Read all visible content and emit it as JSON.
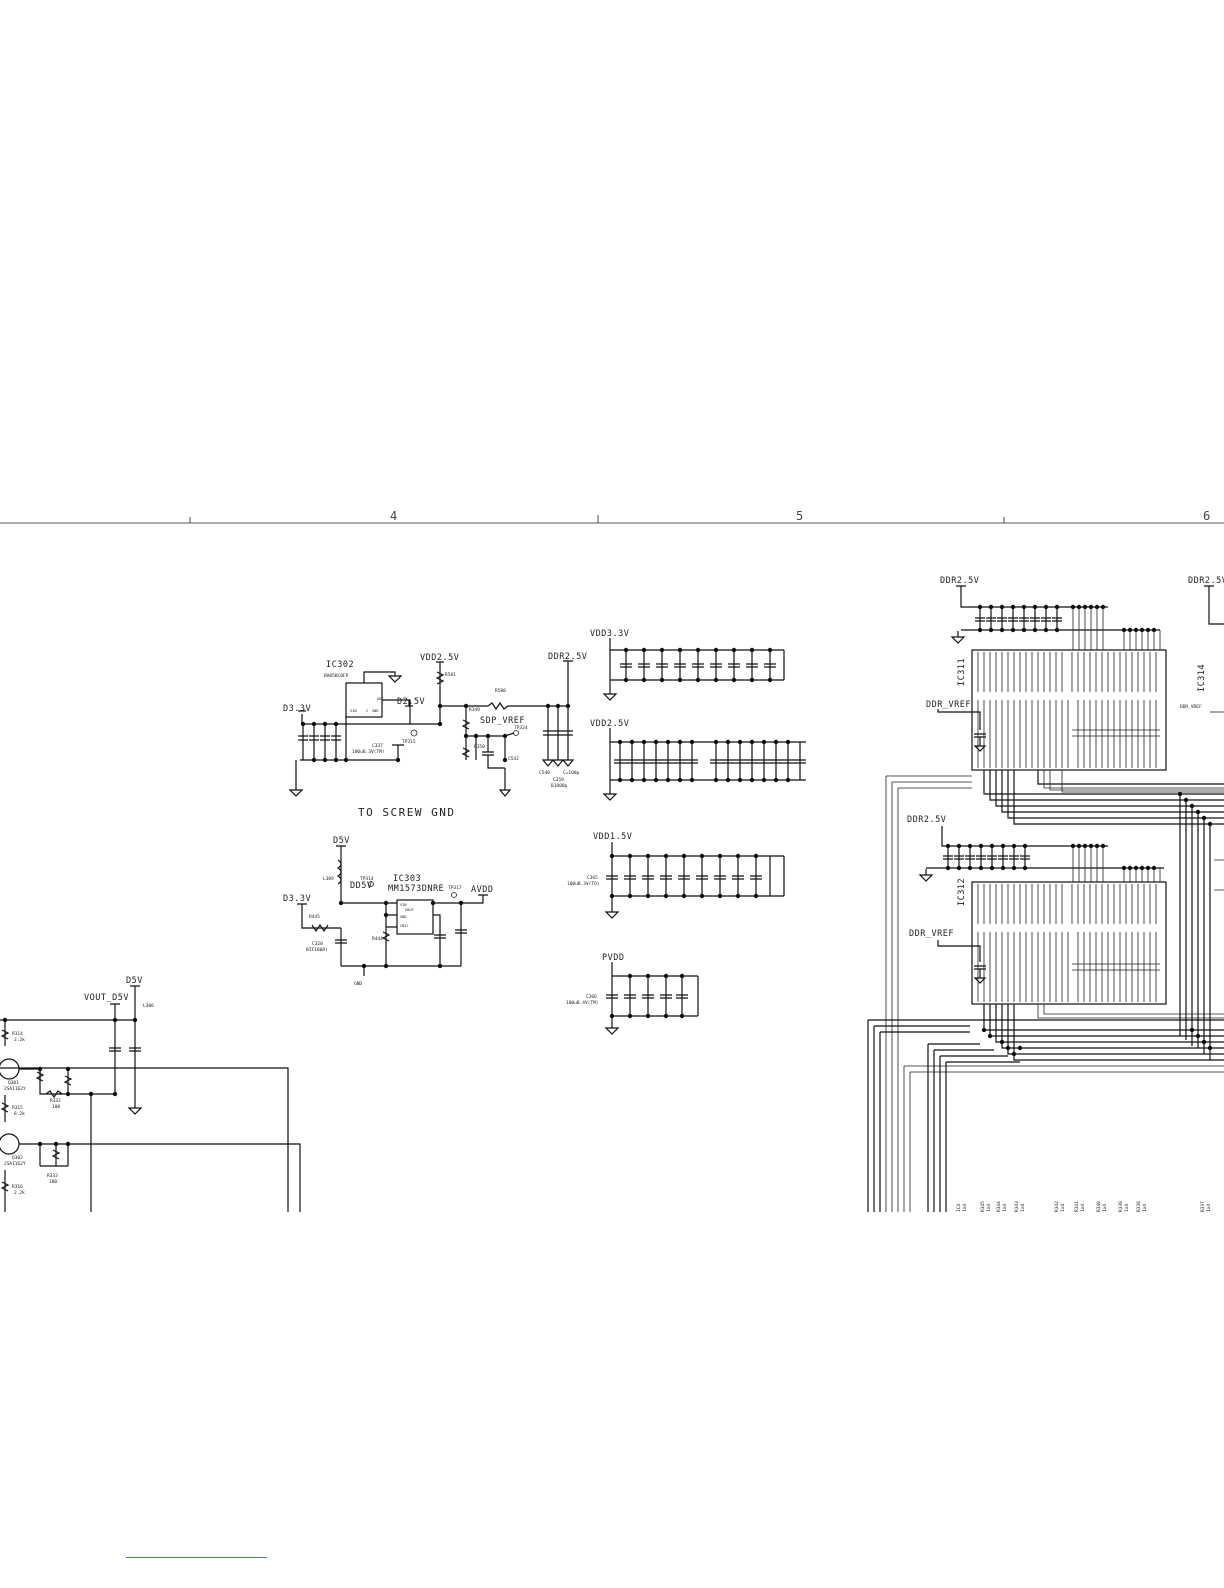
{
  "zones": [
    "4",
    "5",
    "6"
  ],
  "nets": {
    "d3_3v_a": "D3.3V",
    "vdd2_5v_a": "VDD2.5V",
    "ddr2_5v_a": "DDR2.5V",
    "d2_5v": "D2.5V",
    "sdp_vref": "SDP_VREF",
    "vdd3_3v": "VDD3.3V",
    "vdd2_5v_b": "VDD2.5V",
    "d5v_a": "D5V",
    "d3_3v_b": "D3.3V",
    "dd5v": "DD5V",
    "avdd": "AVDD",
    "vdd1_5v": "VDD1.5V",
    "pvdd": "PVDD",
    "vout_d5v": "VOUT_D5V",
    "d5v_b": "D5V",
    "ddr2_5v_b": "DDR2.5V",
    "ddr2_5v_c": "DDR2.5V",
    "ddr2_5v_d": "DDR2.5V",
    "ddr_vref_a": "DDR_VREF",
    "ddr_vref_b": "DDR_VREF",
    "ddr_vref_c": "DDR_VREF"
  },
  "components": {
    "ic302": "IC302",
    "ic302_part": "BA05BC0FP",
    "ic303": "IC303",
    "ic303_part": "MM1573DNRE",
    "ic311": "IC311",
    "ic312": "IC312",
    "ic314": "IC314",
    "tp315": "TP315",
    "tp324": "TP324",
    "tp314": "TP314",
    "tp317": "TP317",
    "r581": "R581",
    "r580": "R580",
    "r349": "R349",
    "r350": "R350",
    "l309": "L309",
    "l306": "L306",
    "c337": "C337",
    "c337_val": "100uB.3V(TM)",
    "c365": "C365",
    "c365_val": "100uB.3V(TO)",
    "c366": "C366",
    "c366_val": "100uB.4V(TM)",
    "c320": "C320",
    "c320_val": "BIT1608)",
    "c542": "C542",
    "c540": "C540",
    "c359": "C359",
    "c542_val": "C=100p",
    "c359_val": "B1000p",
    "q301": "Q301",
    "q301_part": "2SA1162Y",
    "q302": "Q302",
    "q302_part": "2SA1162Y",
    "r314": "R314",
    "r314_val": "2.2k",
    "r315": "R315",
    "r315_val": "8.2k",
    "r316": "R316",
    "r316_val": "2.2k",
    "r332": "R332",
    "r332_val": "100",
    "r333": "R333",
    "r333_val": "100",
    "r445": "R445",
    "r444": "R444"
  },
  "notes": {
    "screw_gnd": "TO SCREW GND",
    "gnd": "GND"
  },
  "bottom_refs": [
    "IC4",
    "R345",
    "R344",
    "R343",
    "R342",
    "R341",
    "R340",
    "R339",
    "R338",
    "R337"
  ],
  "bottom_vals": [
    "1x4",
    "1x4",
    "1x4",
    "1x4",
    "1x4",
    "1x4",
    "1x4",
    "1x4",
    "1x4",
    "1x4"
  ]
}
